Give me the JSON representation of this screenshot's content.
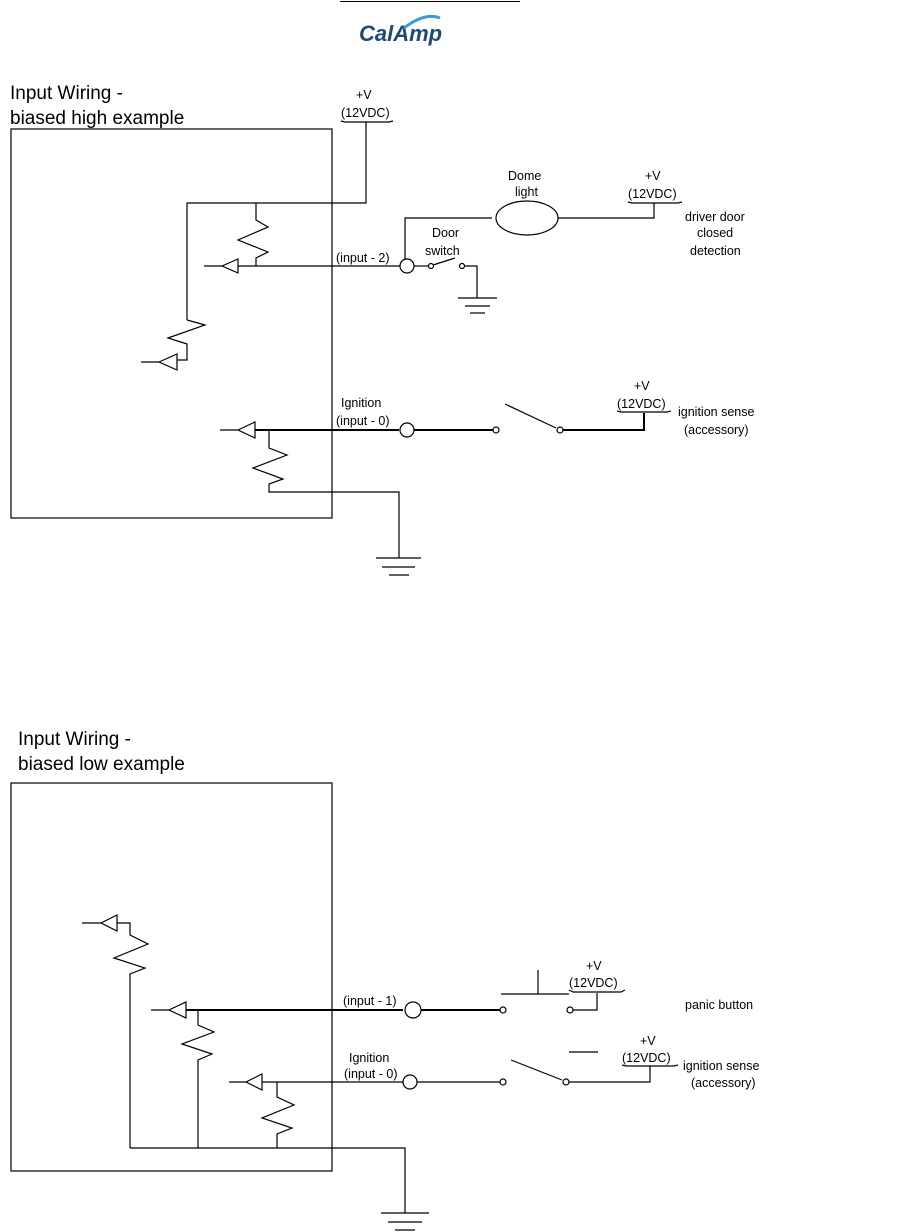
{
  "logo": {
    "text": "CalAmp",
    "color": "#1f4a73",
    "swoosh_color": "#3a9bd8"
  },
  "top_diagram": {
    "title_line1": "Input Wiring -",
    "title_line2": "biased high example",
    "supply_main": {
      "line1": "+V",
      "line2": "(12VDC)"
    },
    "dome_light": {
      "line1": "Dome",
      "line2": "light"
    },
    "supply_dome": {
      "line1": "+V",
      "line2": "(12VDC)"
    },
    "note_door": {
      "line1": "driver door",
      "line2": "closed",
      "line3": "detection"
    },
    "input2_label": "(input - 2)",
    "door_switch": {
      "line1": "Door",
      "line2": "switch"
    },
    "ignition_label": {
      "line1": "Ignition",
      "line2": "(input - 0)"
    },
    "supply_ign": {
      "line1": "+V",
      "line2": "(12VDC)"
    },
    "note_ign": {
      "line1": "ignition sense",
      "line2": "(accessory)"
    }
  },
  "bottom_diagram": {
    "title_line1": "Input Wiring -",
    "title_line2": "biased low example",
    "input1_label": "(input - 1)",
    "supply_panic": {
      "line1": "+V",
      "line2": "(12VDC)"
    },
    "note_panic": "panic button",
    "ignition_label": {
      "line1": "Ignition",
      "line2": "(input - 0)"
    },
    "supply_ign": {
      "line1": "+V",
      "line2": "(12VDC)"
    },
    "note_ign": {
      "line1": "ignition sense",
      "line2": "(accessory)"
    }
  }
}
